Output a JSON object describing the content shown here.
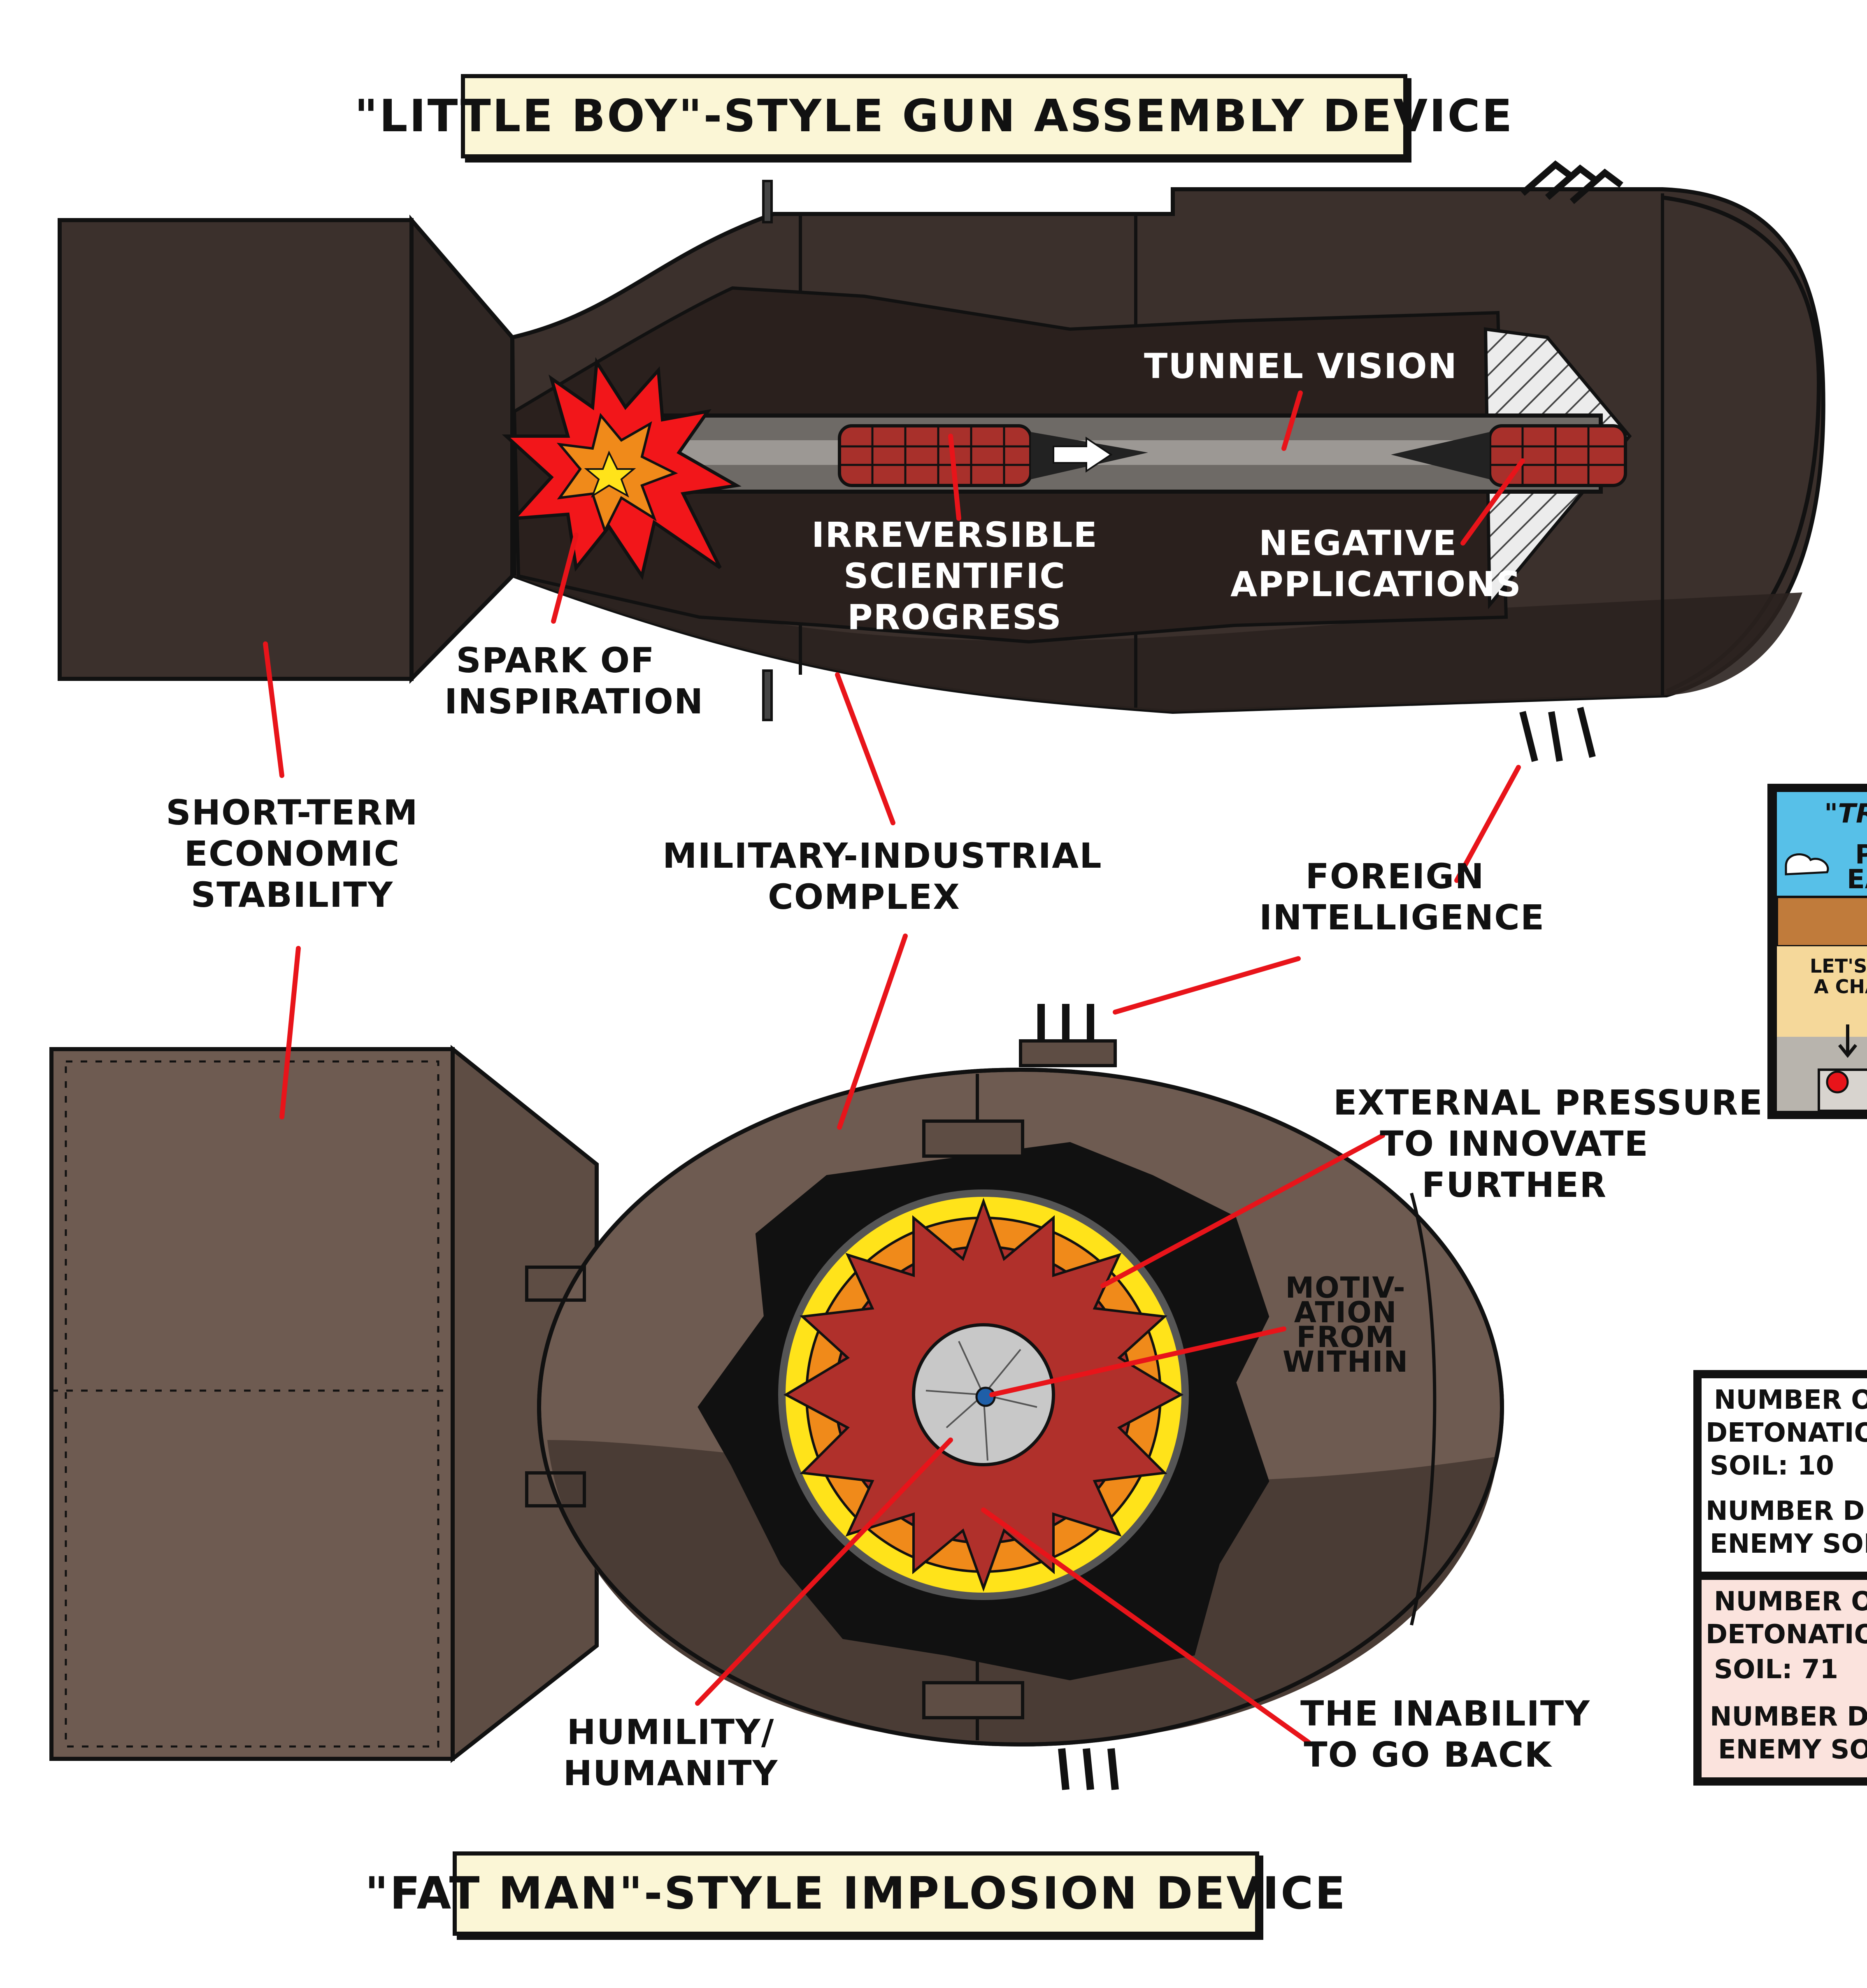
{
  "titles": {
    "little_boy": "\"LITTLE BOY\"-STYLE GUN ASSEMBLY DEVICE",
    "fat_man": "\"FAT MAN\"-STYLE IMPLOSION DEVICE"
  },
  "labels": {
    "tunnel_vision": "TUNNEL VISION",
    "irreversible": [
      "IRREVERSIBLE",
      "SCIENTIFIC",
      "PROGRESS"
    ],
    "negative": [
      "NEGATIVE",
      "APPLICATIONS"
    ],
    "spark": [
      "SPARK OF",
      "INSPIRATION"
    ],
    "short_term": [
      "SHORT-TERM",
      "ECONOMIC",
      "STABILITY"
    ],
    "military": [
      "MILITARY-INDUSTRIAL",
      "COMPLEX"
    ],
    "foreign": [
      "FOREIGN",
      "INTELLIGENCE"
    ],
    "external": [
      "EXTERNAL PRESSURE",
      "TO INNOVATE",
      "FURTHER"
    ],
    "motivation": [
      "MOTIV-",
      "ATION",
      "FROM",
      "WITHIN"
    ],
    "humility": [
      "HUMILITY/",
      "HUMANITY"
    ],
    "inability": [
      "THE INABILITY",
      "TO GO BACK"
    ]
  },
  "side_panel": {
    "comic_lines": [
      "\"TRI",
      "P",
      "EA",
      "LET'S",
      "A CHA"
    ],
    "table_top": [
      "NUMBER OF",
      "DETONATION",
      "SOIL:   10",
      "NUMBER DET",
      "ENEMY SOIL"
    ],
    "table_bottom": [
      "NUMBER OF",
      "DETONATION",
      "SOIL:  71",
      "NUMBER D",
      "ENEMY SO"
    ]
  },
  "colors": {
    "casing": "#3b302c",
    "casing_light": "#6e5b51",
    "casing_dark": "#2b221f",
    "leader": "#e8141a",
    "explosive_red": "#b0302b",
    "explosive_orange": "#f08a1a",
    "explosive_yellow": "#ffe31a",
    "title_bg": "#fbf6d6",
    "core_grey": "#c8c8c8",
    "core_blue": "#1f5fa8"
  }
}
